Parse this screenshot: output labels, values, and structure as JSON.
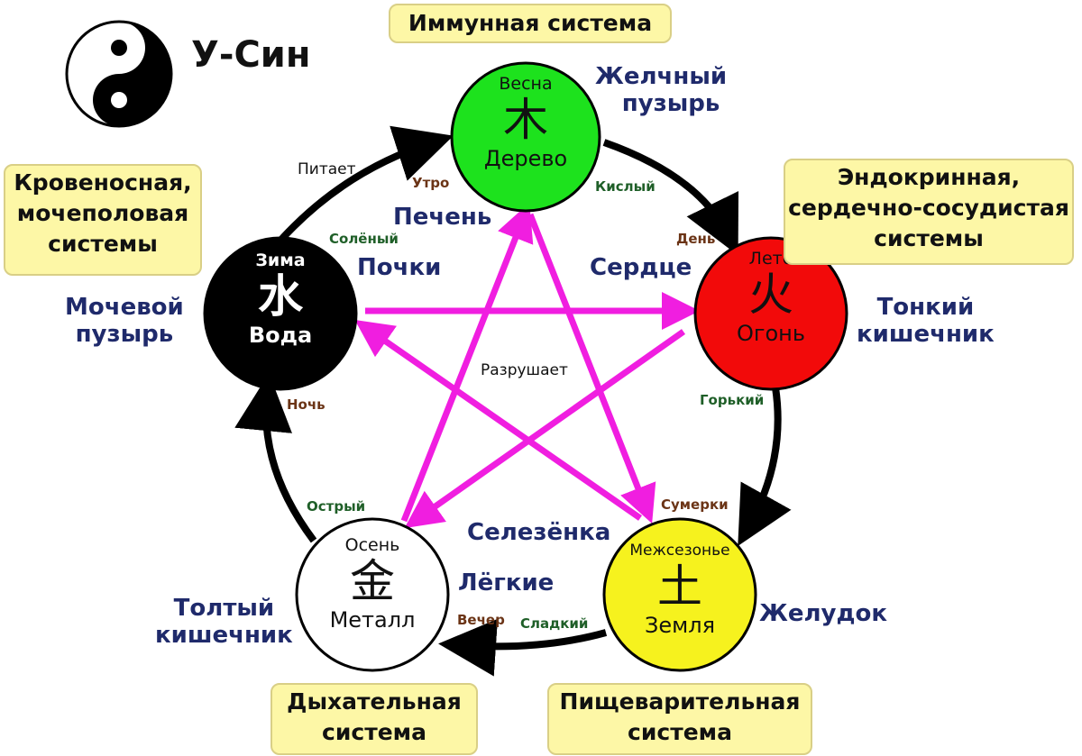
{
  "title": "У-Син",
  "relations": {
    "feeds": "Питает",
    "destroys": "Разрушает"
  },
  "elements": {
    "wood": {
      "season": "Весна",
      "glyph": "木",
      "name": "Дерево",
      "color": "#1de21d",
      "text_color": "#111111"
    },
    "fire": {
      "season": "Лето",
      "glyph": "火",
      "name": "Огонь",
      "color": "#f20a0a",
      "text_color": "#111111"
    },
    "earth": {
      "season": "Межсезонье",
      "glyph": "土",
      "name": "Земля",
      "color": "#f6f21e",
      "text_color": "#111111"
    },
    "metal": {
      "season": "Осень",
      "glyph": "金",
      "name": "Металл",
      "color": "#ffffff",
      "text_color": "#111111"
    },
    "water": {
      "season": "Зима",
      "glyph": "水",
      "name": "Вода",
      "color": "#000000",
      "text_color": "#ffffff"
    }
  },
  "systems": {
    "wood": "Иммунная система",
    "fire_1": "Эндокринная,",
    "fire_2": "сердечно-сосудистая",
    "fire_3": "системы",
    "water_1": "Кровеносная,",
    "water_2": "мочеполовая",
    "water_3": "системы",
    "metal_1": "Дыхательная",
    "metal_2": "система",
    "earth_1": "Пищеварительная",
    "earth_2": "система"
  },
  "organs": {
    "gallbladder_1": "Желчный",
    "gallbladder_2": "пузырь",
    "liver": "Печень",
    "heart": "Сердце",
    "small_intestine_1": "Тонкий",
    "small_intestine_2": "кишечник",
    "kidneys": "Почки",
    "bladder_1": "Мочевой",
    "bladder_2": "пузырь",
    "spleen": "Селезёнка",
    "stomach": "Желудок",
    "lungs": "Лёгкие",
    "large_intestine_1": "Толтый",
    "large_intestine_2": "кишечник"
  },
  "times": {
    "morning": "Утро",
    "day": "День",
    "dusk": "Сумерки",
    "evening": "Вечер",
    "night": "Ночь"
  },
  "tastes": {
    "sour": "Кислый",
    "bitter": "Горький",
    "sweet": "Сладкий",
    "pungent": "Острый",
    "salty": "Солёный"
  },
  "colors": {
    "feed_arrow": "#000000",
    "destroy_arrow": "#f01ee0",
    "system_box": "#fdf7a6",
    "organ_text": "#1f2a6b",
    "time_text": "#6b3416",
    "taste_text": "#1f5f28"
  }
}
